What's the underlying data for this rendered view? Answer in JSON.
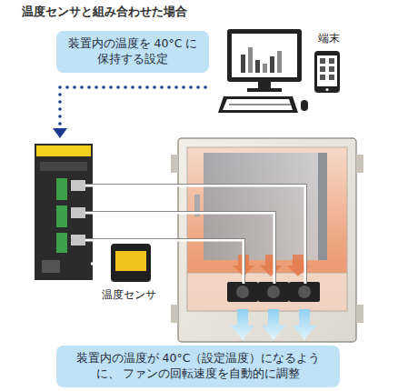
{
  "diagram": {
    "title": "温度センサと組み合わせた場合",
    "nodes": [
      {
        "text": [
          "装置内の温度を 40°C に保持する設定"
        ]
      },
      {
        "text": [
          "装置内の温度が 40°C（設定温度）になるように、 ファンの回転速度を自動的に調整"
        ]
      }
    ],
    "labels": [
      "端末",
      "温度センサ"
    ]
  }
}
